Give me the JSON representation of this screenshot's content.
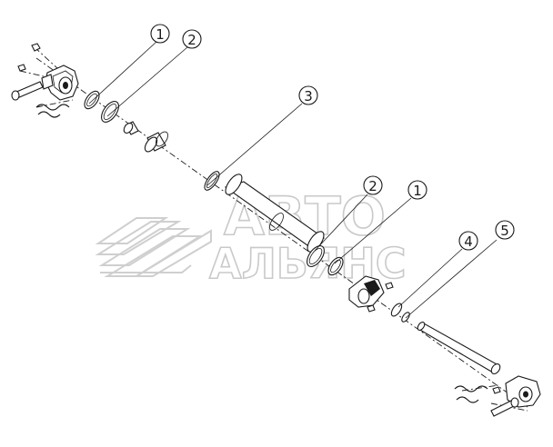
{
  "callouts": [
    {
      "label": "1"
    },
    {
      "label": "2"
    },
    {
      "label": "3"
    },
    {
      "label": "2"
    },
    {
      "label": "1"
    },
    {
      "label": "4"
    },
    {
      "label": "5"
    }
  ],
  "watermark": {
    "line1": "АВТО",
    "line2": "АЛЬЯНС"
  }
}
